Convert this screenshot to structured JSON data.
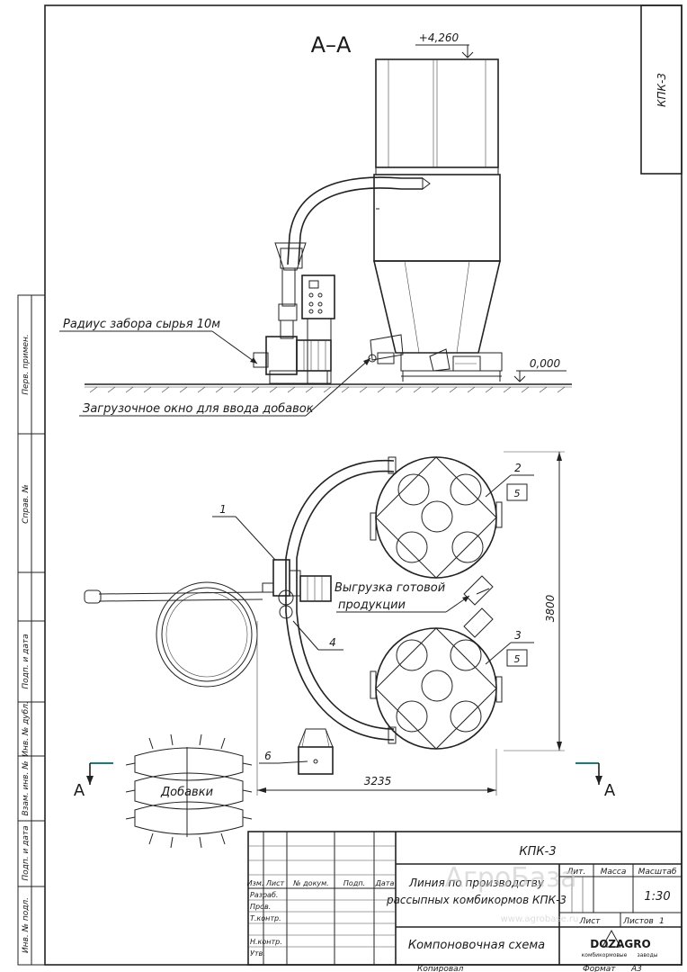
{
  "section_title": "А–А",
  "top_code": "КПК-3",
  "elevation_top": "+4,260",
  "elevation_zero": "0,000",
  "label_radius": "Радиус забора сырья 10м",
  "label_window": "Загрузочное окно для ввода добавок",
  "label_unload_1": "Выгрузка готовой",
  "label_unload_2": "продукции",
  "label_additives": "Добавки",
  "dim_height": "3800",
  "dim_width": "3235",
  "section_mark": "А",
  "callouts": {
    "c1": "1",
    "c2": "2",
    "c3": "3",
    "c4": "4",
    "c5a": "5",
    "c5b": "5",
    "c6": "6"
  },
  "side_stamp": {
    "perv_primen": "Перв. примен.",
    "sprav_no": "Справ. №",
    "podp_data_1": "Подп. и дата",
    "inv_dubl": "Инв. № дубл.",
    "vzam_inv": "Взам. инв. №",
    "podp_data_2": "Подп. и дата",
    "inv_podl": "Инв. № подл."
  },
  "title_block": {
    "code": "КПК-3",
    "name_line1": "Линия по производству",
    "name_line2": "рассыпных комбикормов КПК-3",
    "doc_type": "Компоновочная схема",
    "col_izm": "Изм.",
    "col_list": "Лист",
    "col_doc": "№ докум.",
    "col_podp": "Подп.",
    "col_data": "Дата",
    "row_razrab": "Разраб.",
    "row_prov": "Пров.",
    "row_tkontr": "Т.контр.",
    "row_nkontr": "Н.контр.",
    "row_utv": "Утв.",
    "h_lit": "Лит.",
    "h_massa": "Масса",
    "h_masshtab": "Масштаб",
    "scale": "1:30",
    "sheet_label": "Лист",
    "sheets_label": "Листов",
    "sheets_value": "1",
    "logo_main": "DOZAGRO",
    "logo_sub1": "комбикормовые",
    "logo_sub2": "заводы"
  },
  "footer": {
    "copied": "Копировал",
    "format": "Формат",
    "format_value": "А3"
  },
  "watermark": "АгроБаза",
  "watermark_url": "www.agrobase.ru"
}
